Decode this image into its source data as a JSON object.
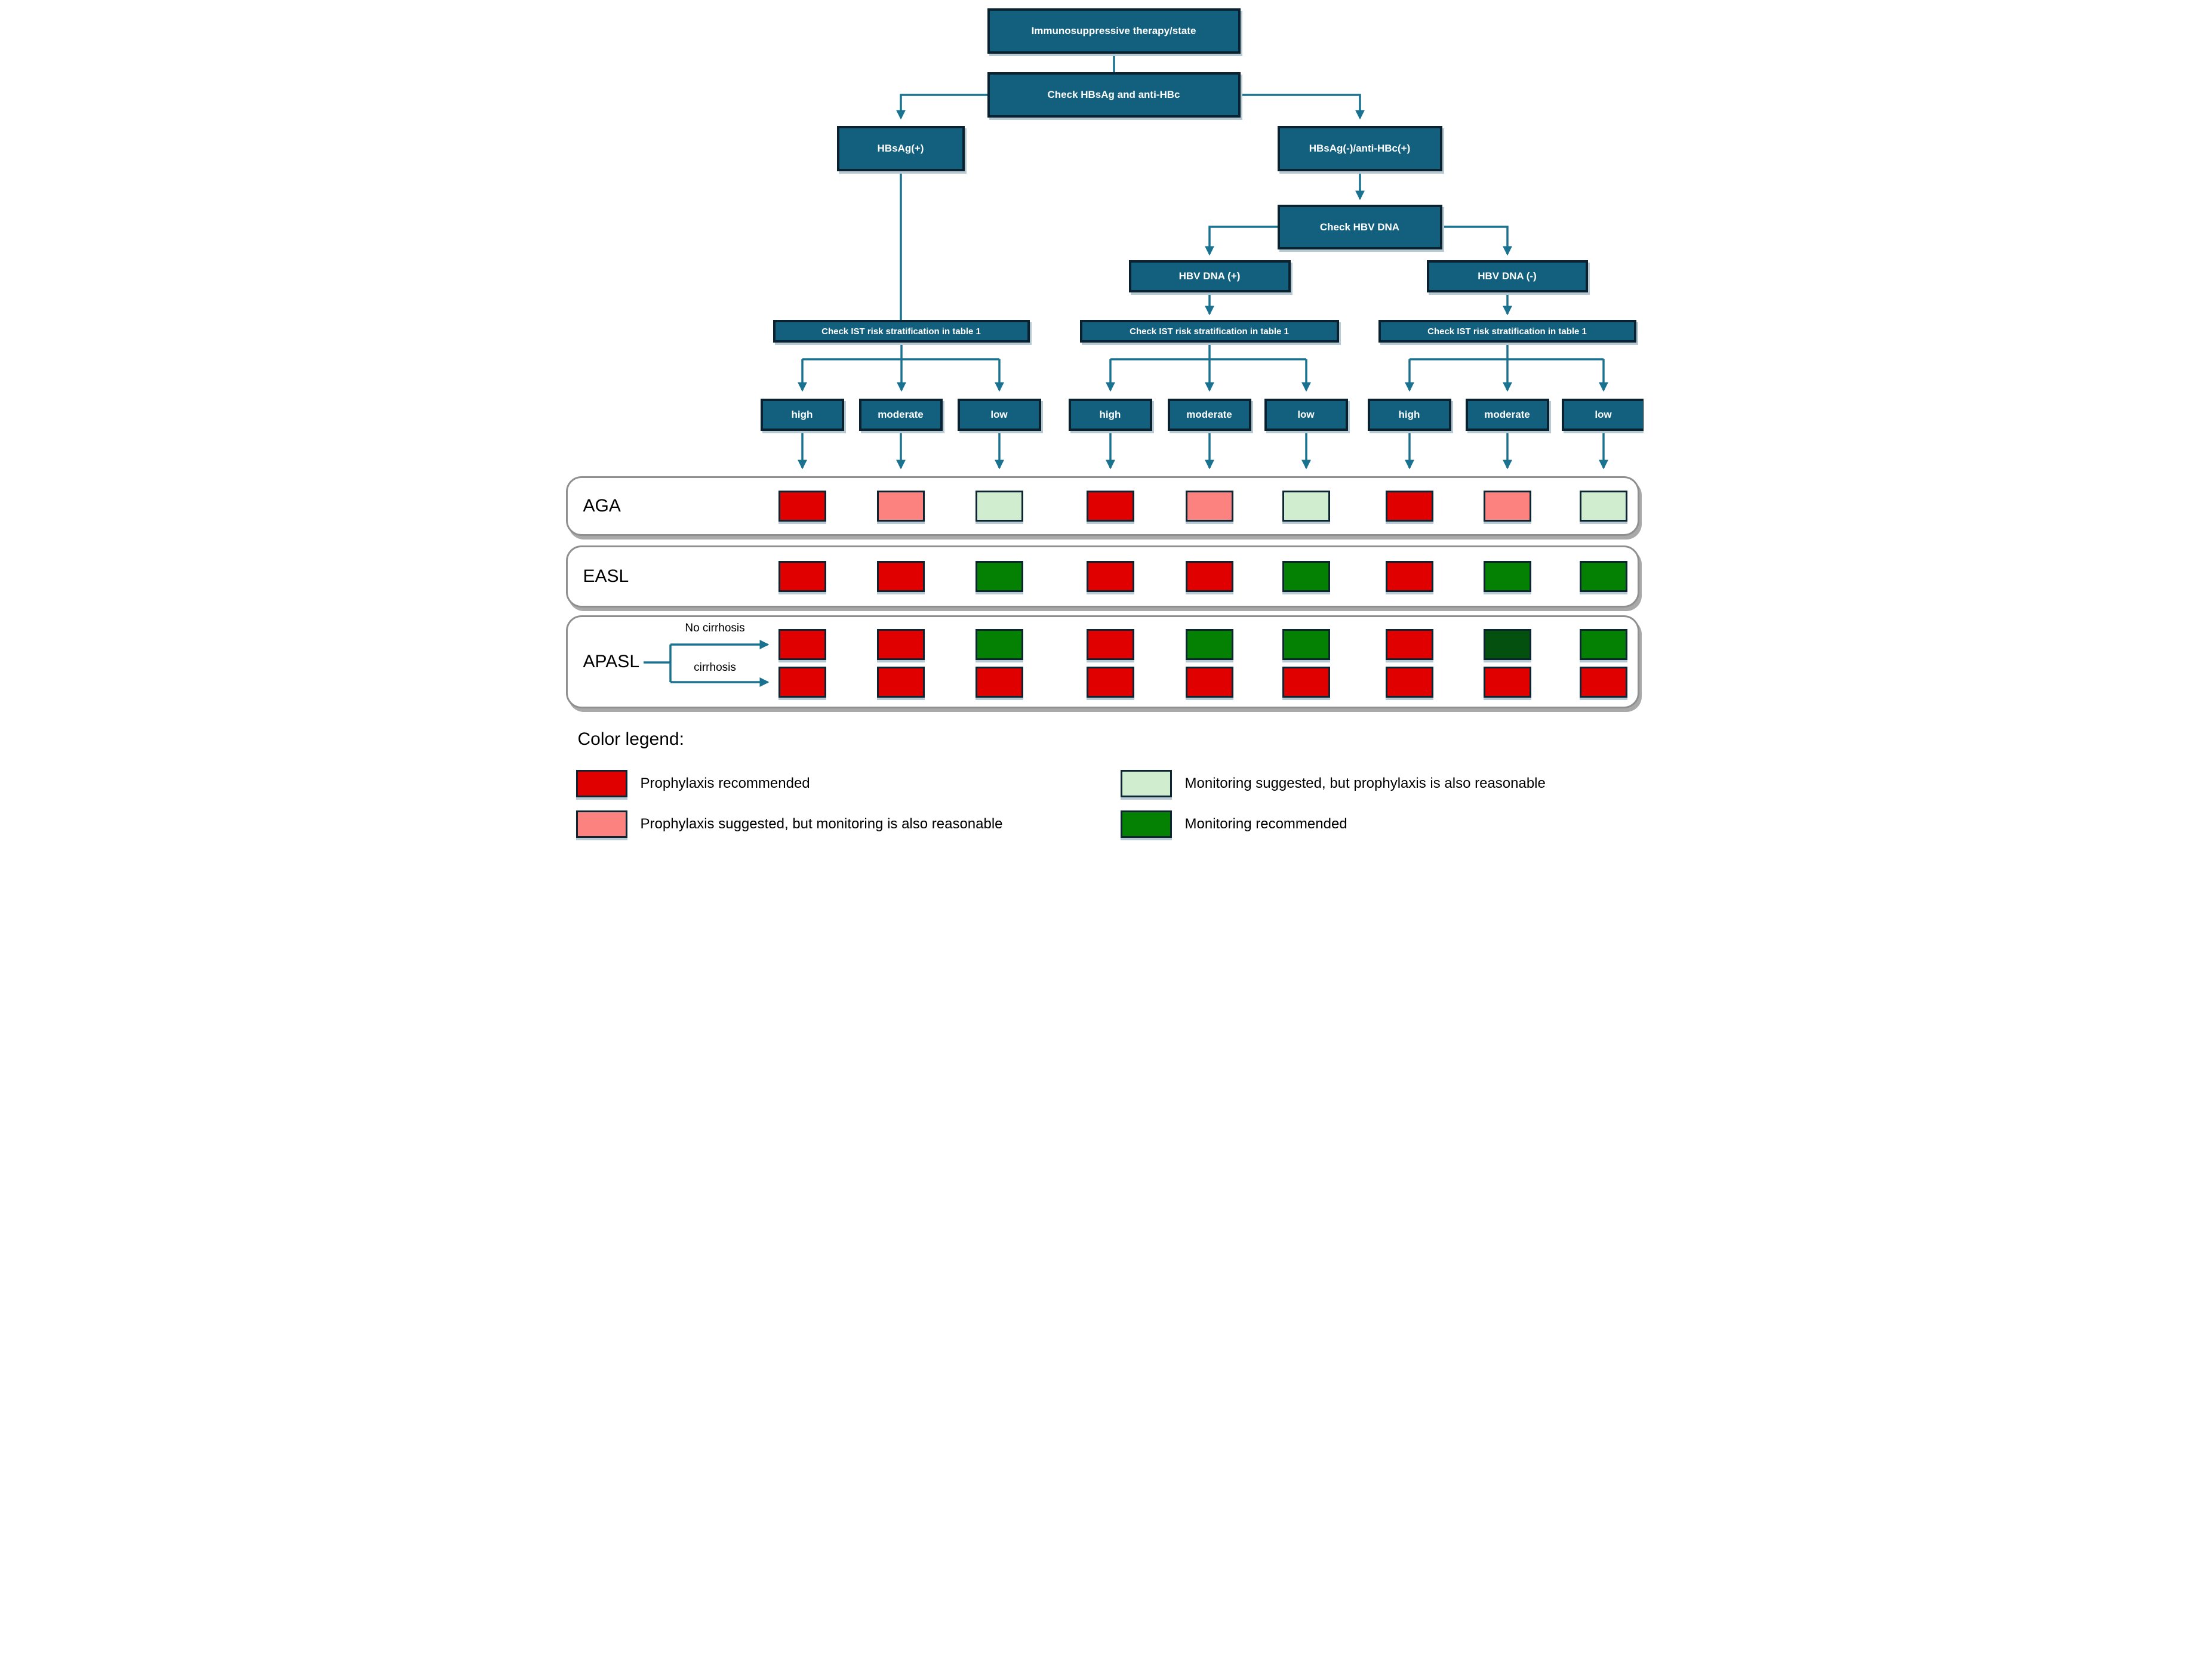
{
  "flowchart": {
    "root": "Immunosuppressive therapy/state",
    "check_serology": "Check HBsAg and anti-HBc",
    "hbsag_positive": "HBsAg(+)",
    "hbsag_negative": "HBsAg(-)/anti-HBc(+)",
    "check_dna": "Check HBV DNA",
    "dna_positive": "HBV DNA (+)",
    "dna_negative": "HBV DNA (-)",
    "ist_label": "Check  IST risk stratification in table 1",
    "risk_levels": [
      "high",
      "moderate",
      "low"
    ]
  },
  "colors": {
    "box_fill": "#135f7e",
    "box_border": "#0a2230",
    "box_shadow": "#b7c9d2",
    "connector": "#1a7291",
    "prophylaxis_recommended": "#e00000",
    "prophylaxis_suggested": "#fc827f",
    "monitoring_suggested": "#d0edd0",
    "monitoring_recommended": "#048103",
    "monitoring_recommended_dark": "#03500f"
  },
  "cell_color_keys": {
    "P": "prophylaxis_recommended",
    "Ps": "prophylaxis_suggested",
    "Ms": "monitoring_suggested",
    "M": "monitoring_recommended",
    "Md": "monitoring_recommended_dark"
  },
  "guideline_rows": [
    {
      "label": "AGA",
      "cells": [
        "P",
        "Ps",
        "Ms",
        "P",
        "Ps",
        "Ms",
        "P",
        "Ps",
        "Ms"
      ]
    },
    {
      "label": "EASL",
      "cells": [
        "P",
        "P",
        "M",
        "P",
        "P",
        "M",
        "P",
        "M",
        "M"
      ]
    },
    {
      "label": "APASL",
      "sub_rows": [
        {
          "label": "No cirrhosis",
          "cells": [
            "P",
            "P",
            "M",
            "P",
            "M",
            "M",
            "P",
            "Md",
            "M"
          ]
        },
        {
          "label": "cirrhosis",
          "cells": [
            "P",
            "P",
            "P",
            "P",
            "P",
            "P",
            "P",
            "P",
            "P"
          ]
        }
      ]
    }
  ],
  "legend": {
    "title": "Color legend:",
    "items": [
      {
        "color_key": "prophylaxis_recommended",
        "label": "Prophylaxis recommended"
      },
      {
        "color_key": "prophylaxis_suggested",
        "label": "Prophylaxis suggested, but monitoring is also reasonable"
      },
      {
        "color_key": "monitoring_suggested",
        "label": "Monitoring suggested, but prophylaxis is also reasonable"
      },
      {
        "color_key": "monitoring_recommended",
        "label": "Monitoring recommended"
      }
    ]
  }
}
